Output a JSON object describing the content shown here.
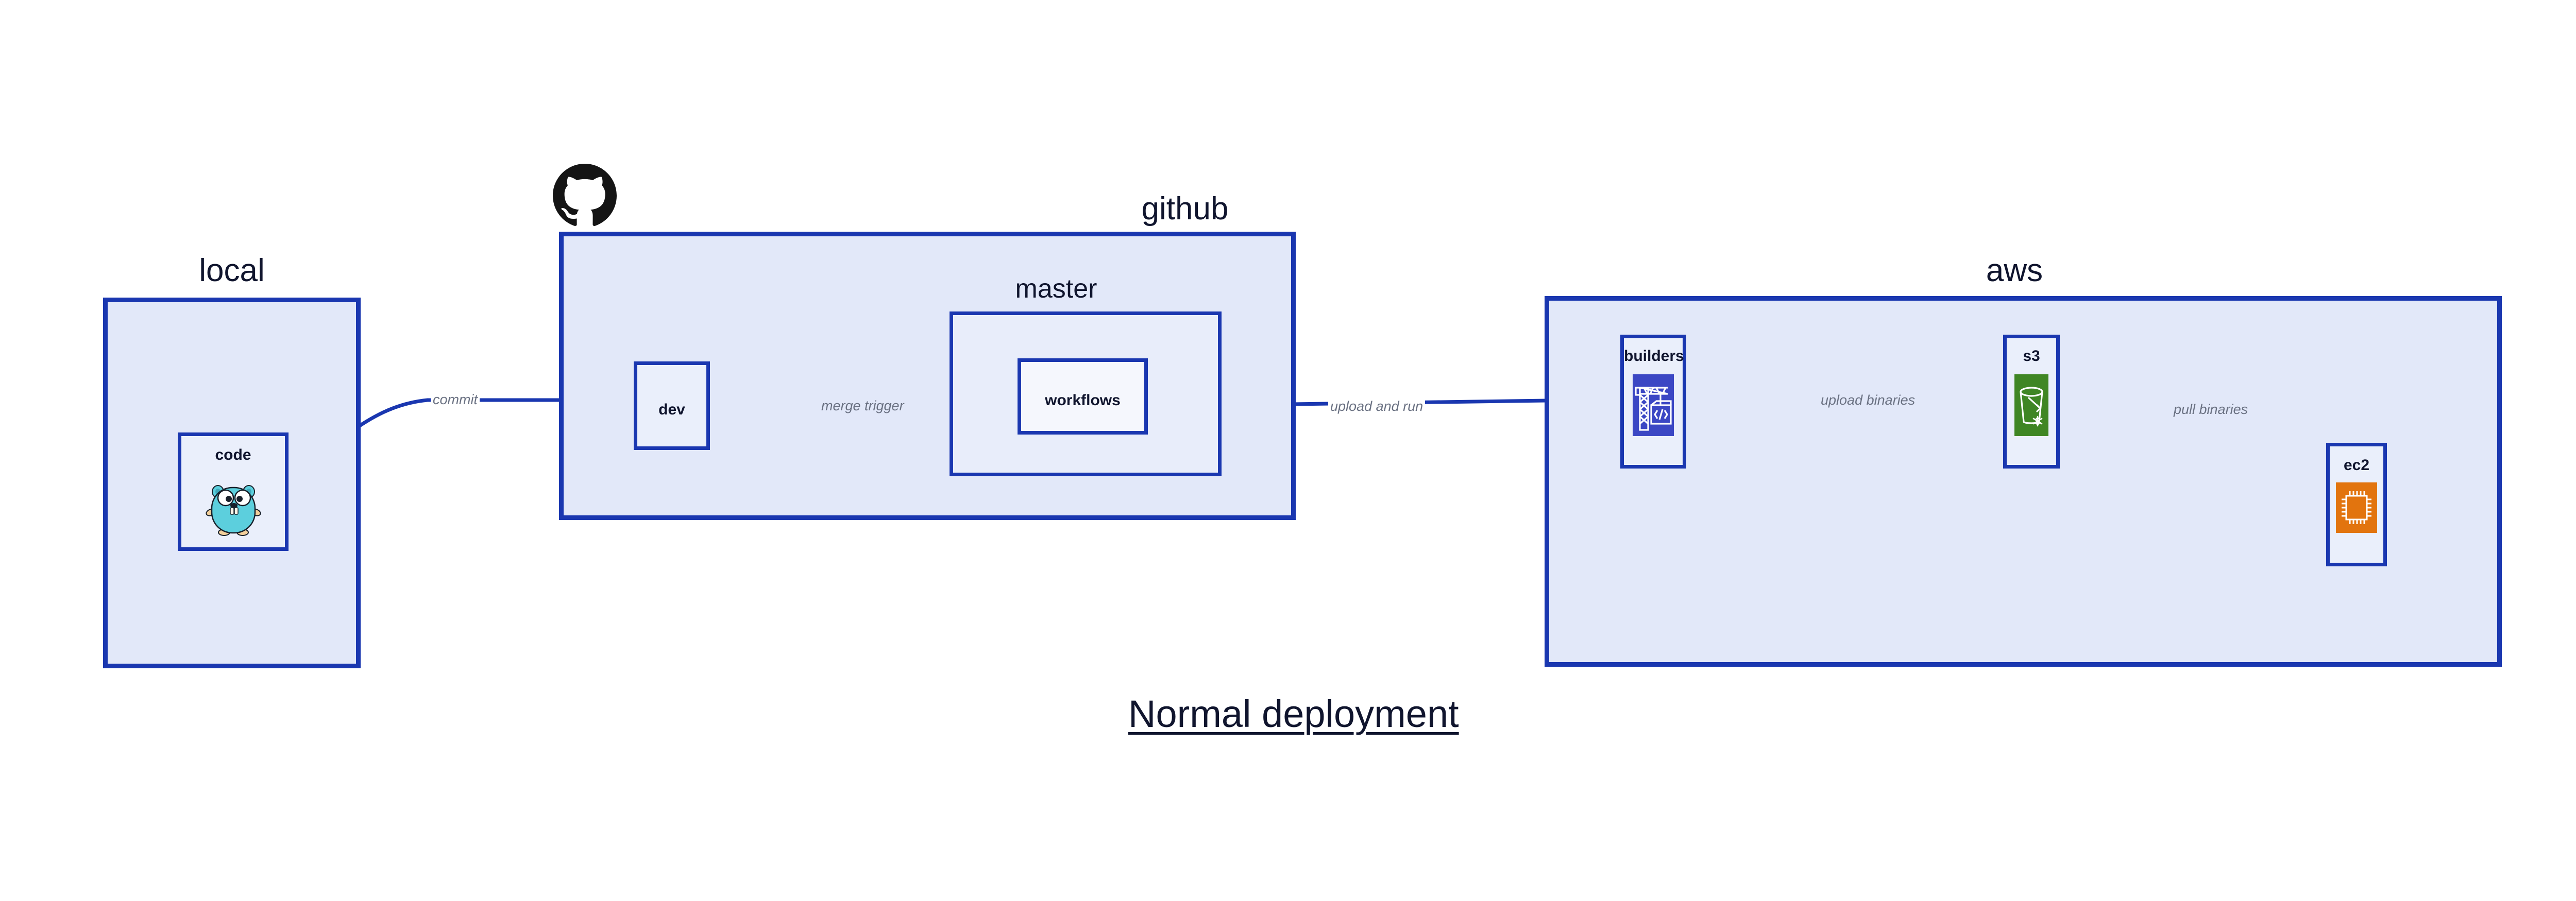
{
  "title": "Normal deployment",
  "colors": {
    "group_fill": "#e2e8f9",
    "subgroup_fill": "#e8edfa",
    "node_fill": "#eaeffb",
    "node_fill_white": "#f5f7fd",
    "border_blue": "#1a37b0",
    "arrow_blue": "#1a37b0",
    "edge_label_gray": "#6a7182",
    "text_dark": "#10152e",
    "go_cyan": "#5ccfdd",
    "builders_indigo": "#3b47c4",
    "s3_green": "#3f8624",
    "ec2_orange": "#e2740e",
    "github_black": "#151515"
  },
  "groups": [
    {
      "id": "local",
      "label": "local"
    },
    {
      "id": "github",
      "label": "github"
    },
    {
      "id": "aws",
      "label": "aws"
    }
  ],
  "subgroups": [
    {
      "id": "master",
      "label": "master",
      "parent": "github"
    }
  ],
  "nodes": [
    {
      "id": "code",
      "label": "code",
      "icon": "go-gopher-icon",
      "parent": "local"
    },
    {
      "id": "dev",
      "label": "dev",
      "icon": null,
      "parent": "github"
    },
    {
      "id": "workflows",
      "label": "workflows",
      "icon": null,
      "parent": "master"
    },
    {
      "id": "builders",
      "label": "builders",
      "icon": "aws-builders-icon",
      "parent": "aws"
    },
    {
      "id": "s3",
      "label": "s3",
      "icon": "aws-s3-glacier-icon",
      "parent": "aws"
    },
    {
      "id": "ec2",
      "label": "ec2",
      "icon": "aws-ec2-chip-icon",
      "parent": "aws"
    }
  ],
  "edges": [
    {
      "id": "commit",
      "label": "commit",
      "from": "code",
      "to": "dev"
    },
    {
      "id": "merge-trigger",
      "label": "merge trigger",
      "from": "dev",
      "to": "workflows"
    },
    {
      "id": "upload-and-run",
      "label": "upload and run",
      "from": "workflows",
      "to": "builders"
    },
    {
      "id": "upload-binaries",
      "label": "upload binaries",
      "from": "builders",
      "to": "s3"
    },
    {
      "id": "pull-binaries",
      "label": "pull binaries",
      "from": "s3",
      "to": "ec2"
    }
  ],
  "logos": [
    {
      "id": "github-logo",
      "name": "github-octocat-icon",
      "attached_to": "github"
    }
  ]
}
